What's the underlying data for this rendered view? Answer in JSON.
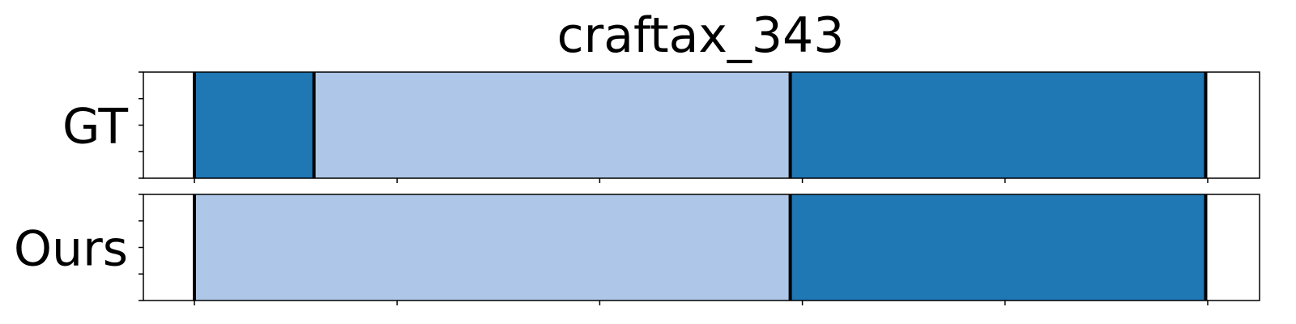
{
  "chart_data": {
    "type": "segmentation-timeline",
    "title": "craftax_343",
    "xlim": [
      0,
      100
    ],
    "x_ticks": [
      5,
      25,
      45,
      65,
      85,
      105
    ],
    "palette": {
      "dark": "#1f77b4",
      "light": "#aec7e8",
      "boundary": "#000000",
      "frame": "#000000",
      "background": "#ffffff"
    },
    "rows": [
      {
        "label": "GT",
        "segments": [
          {
            "start": 5,
            "end": 16.8,
            "color": "dark"
          },
          {
            "start": 16.8,
            "end": 63.8,
            "color": "light"
          },
          {
            "start": 63.8,
            "end": 104.8,
            "color": "dark"
          }
        ],
        "boundaries": [
          5,
          16.8,
          63.8,
          104.8
        ]
      },
      {
        "label": "Ours",
        "segments": [
          {
            "start": 5,
            "end": 63.8,
            "color": "light"
          },
          {
            "start": 63.8,
            "end": 104.8,
            "color": "dark"
          }
        ],
        "boundaries": [
          5,
          63.8,
          104.8
        ]
      }
    ]
  }
}
